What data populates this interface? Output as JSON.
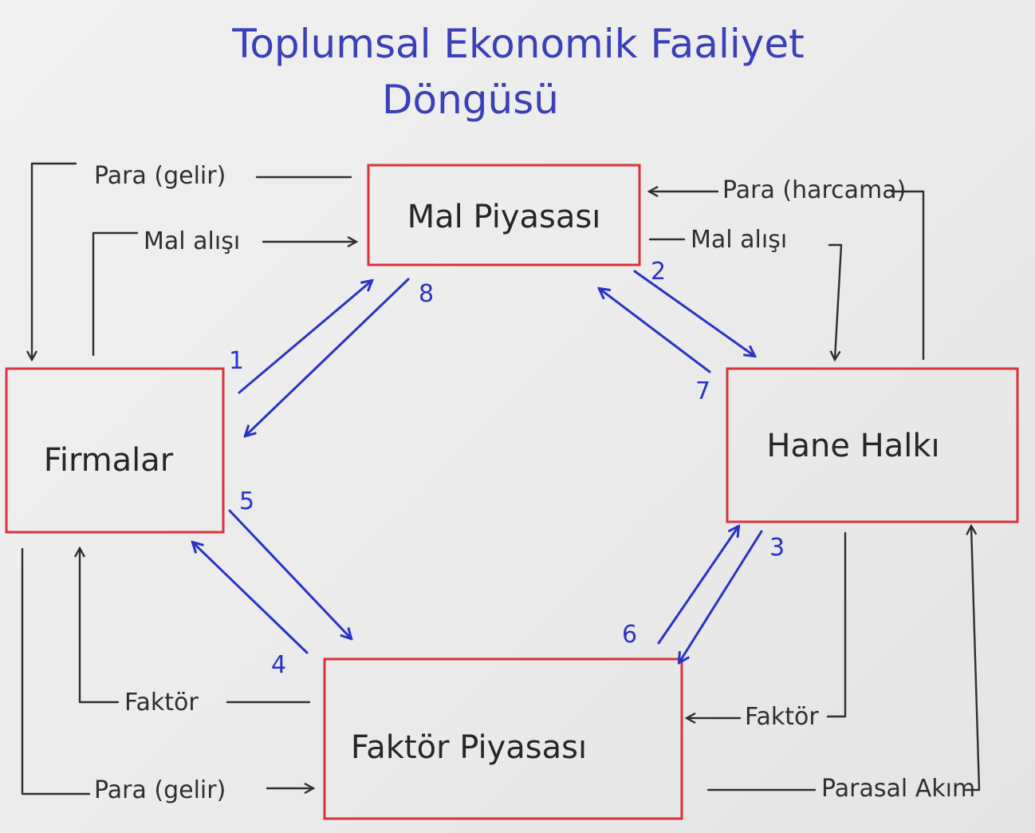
{
  "title": {
    "line1": "Toplumsal Ekonomik Faaliyet",
    "line2": "Döngüsü"
  },
  "nodes": {
    "mal_piyasasi": "Mal Piyasası",
    "firmalar": "Firmalar",
    "hane_halki": "Hane Halkı",
    "faktor_piyasasi": "Faktör Piyasası"
  },
  "flows": {
    "para_gelir_top": "Para (gelir)",
    "mal_alisi_left": "Mal alışı",
    "para_harcama": "Para (harcama)",
    "mal_alisi_right": "Mal alışı",
    "faktor_left": "Faktör",
    "faktor_right": "Faktör",
    "para_gelir_bottom": "Para (gelir)",
    "parasal_akim": "Parasal Akım"
  },
  "numbers": {
    "n1": "1",
    "n2": "2",
    "n3": "3",
    "n4": "4",
    "n5": "5",
    "n6": "6",
    "n7": "7",
    "n8": "8"
  },
  "colors": {
    "box_border": "#d9323c",
    "blue_ink": "#2a33c4",
    "black_ink": "#2f2f2f"
  }
}
